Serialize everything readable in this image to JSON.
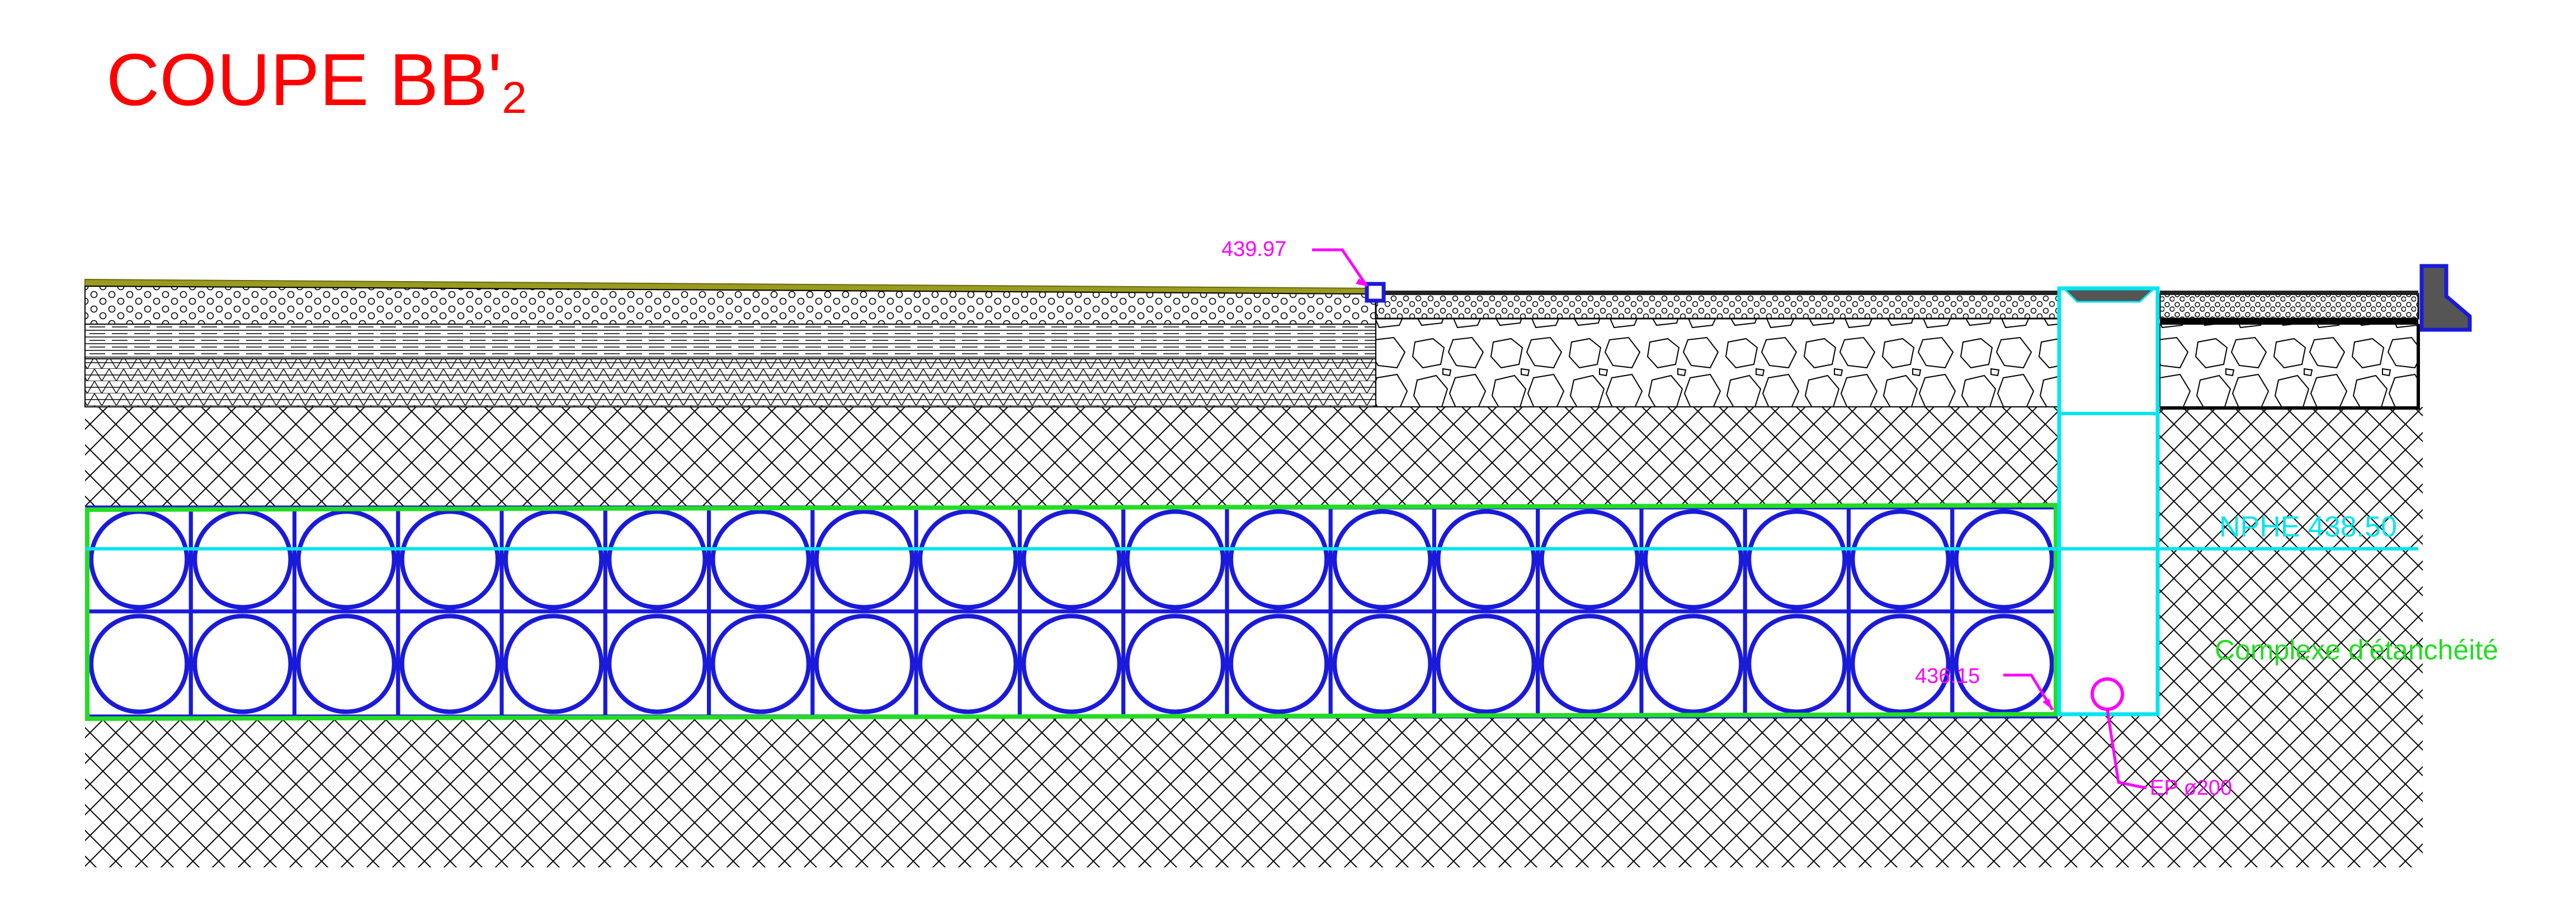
{
  "title": {
    "main": "COUPE  BB'",
    "subscript": "2"
  },
  "annotations": {
    "surface_level": "439.97",
    "nphe": "NPHE 438.50",
    "bottom_level": "436.15",
    "membrane": "Complexe d'étanchéité",
    "pipe": "EP ø200"
  },
  "storage_modules": {
    "columns": 19,
    "rows": 2
  },
  "colors": {
    "title": "#ff0000",
    "annotation": "#ff00ff",
    "water_line": "#00e5ee",
    "membrane": "#22dd22",
    "modules": "#1a1adb",
    "surface_grass": "#9a9a20",
    "hatch": "#000000"
  }
}
